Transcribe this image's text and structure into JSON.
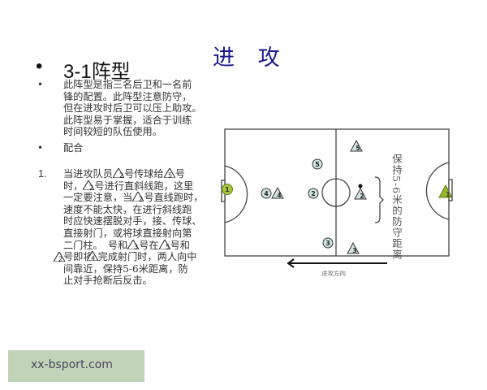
{
  "slide": {
    "title": "进 攻",
    "heading_bullet": "•",
    "heading": "3-1阵型",
    "bullets": [
      {
        "marker": "•",
        "lines": [
          "此阵型是指三名后卫和一名前",
          "锋的配置。此阵型注意防守，",
          "但在进攻时后卫可以压上助攻。",
          "此阵型易于掌握，适合于训练",
          "时间较短的队伍使用。"
        ]
      },
      {
        "marker": "•",
        "lines": [
          "配合"
        ]
      }
    ],
    "numbered": {
      "number": "1.",
      "segments": {
        "l1a": "当进攻队员",
        "l1b": "号传球给",
        "l1c": "号",
        "l2a": "时，",
        "l2b": "号进行直斜线跑，这里",
        "l3a": "一定要注意，当",
        "l3b": "号直线跑时，",
        "l4": "速度不能太快，在进行斜线跑",
        "l5": "时应快速摆脱对手，接、传球、",
        "l6": "直接射门，或将球直接射向第",
        "l7a": "二门柱。　号和",
        "l7b": "号在",
        "l7c": "号和",
        "l8a": "号即将",
        "l8b": "完成射门时，两人向中",
        "l9": "间靠近，保持5-6米距离，防",
        "l10": "止对手抢断后反击。"
      },
      "triangle_refs": [
        "2",
        "5",
        "2",
        "2",
        "3",
        "5",
        "2",
        "4"
      ]
    }
  },
  "diagram": {
    "defense_distance_label": "保持5-6米的防守距离",
    "direction_label": "进攻方向",
    "attackers": [
      {
        "num": "1",
        "role": "goalkeeper",
        "color": "#a4c43a"
      },
      {
        "num": "4"
      },
      {
        "num": "2"
      },
      {
        "num": "5"
      },
      {
        "num": "3"
      }
    ],
    "defenders": [
      {
        "num": "4"
      },
      {
        "num": "5"
      },
      {
        "num": "2"
      },
      {
        "num": "3"
      },
      {
        "num": "1",
        "role": "goalkeeper",
        "color": "#8fb82a"
      }
    ],
    "colors": {
      "player_fill": "#cfe3e1",
      "line": "#444444",
      "title": "#1a1a8c"
    }
  },
  "watermark": {
    "text": "xx-bsport.com",
    "bg": "#c1d4b8"
  }
}
